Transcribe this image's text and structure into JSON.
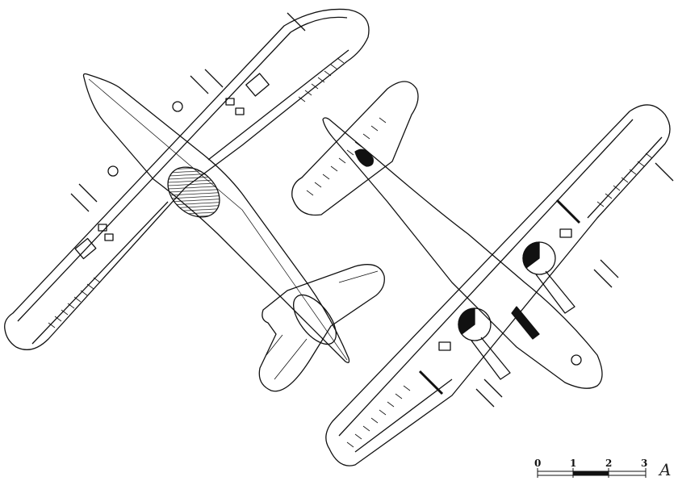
{
  "scale_bar": {
    "labels": [
      "0",
      "1",
      "2",
      "3"
    ]
  },
  "signature": "A"
}
